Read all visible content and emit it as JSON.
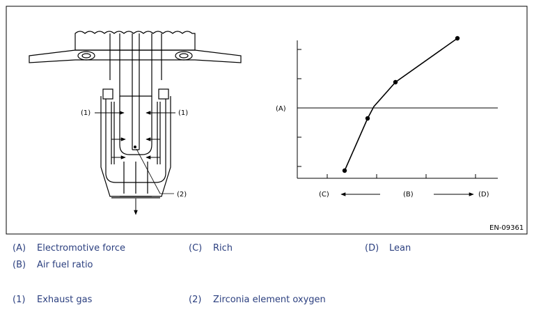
{
  "figure_code": "EN-09361",
  "sensor_labels": {
    "callout_1": "(1)",
    "callout_2": "(2)"
  },
  "graph": {
    "y_axis_label": "(A)",
    "x_axis_label": "(B)",
    "x_left_label": "(C)",
    "x_right_label": "(D)"
  },
  "legend": [
    {
      "key": "(A)",
      "text": "Electromotive force"
    },
    {
      "key": "(C)",
      "text": "Rich"
    },
    {
      "key": "(D)",
      "text": "Lean"
    },
    {
      "key": "(B)",
      "text": "Air fuel ratio"
    },
    {
      "key": "(1)",
      "text": "Exhaust gas"
    },
    {
      "key": "(2)",
      "text": "Zirconia element oxygen"
    }
  ],
  "colors": {
    "legend_text": "#2b3f7f",
    "line": "#000000",
    "frame": "#000000"
  }
}
